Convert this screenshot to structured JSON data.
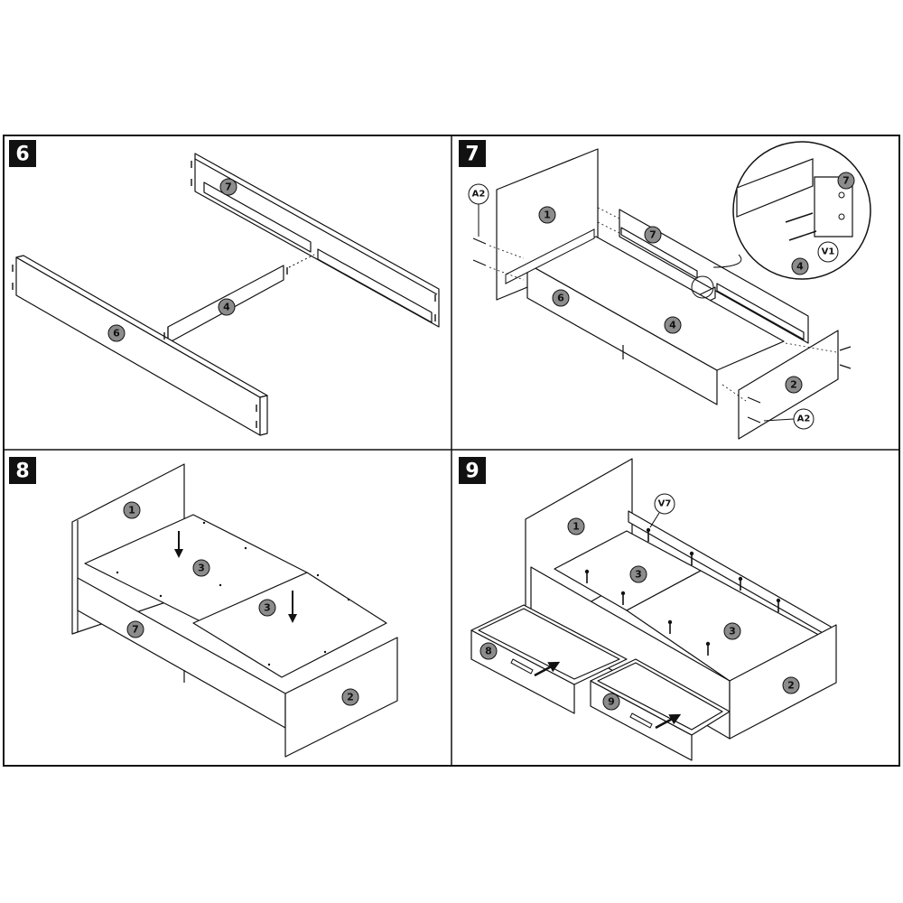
{
  "steps": [
    {
      "number": "6"
    },
    {
      "number": "7"
    },
    {
      "number": "8"
    },
    {
      "number": "9"
    }
  ],
  "step6": {
    "part_7": "7",
    "part_4": "4",
    "part_6": "6"
  },
  "step7": {
    "part_1": "1",
    "part_7": "7",
    "part_6": "6",
    "part_4": "4",
    "part_2": "2",
    "screw_a2_top": "A2",
    "screw_a2_bottom": "A2",
    "detail_part_7": "7",
    "detail_screw_v1": "V1",
    "detail_part_4": "4"
  },
  "step8": {
    "part_1": "1",
    "part_3_left": "3",
    "part_3_right": "3",
    "part_7": "7",
    "part_2": "2"
  },
  "step9": {
    "part_1": "1",
    "screw_v7": "V7",
    "part_3_left": "3",
    "part_3_right": "3",
    "part_8": "8",
    "part_9": "9",
    "part_2": "2"
  },
  "colors": {
    "stroke": "#111111",
    "badge_fill": "#8c8c8c",
    "step_badge": "#111111",
    "background": "#ffffff"
  }
}
